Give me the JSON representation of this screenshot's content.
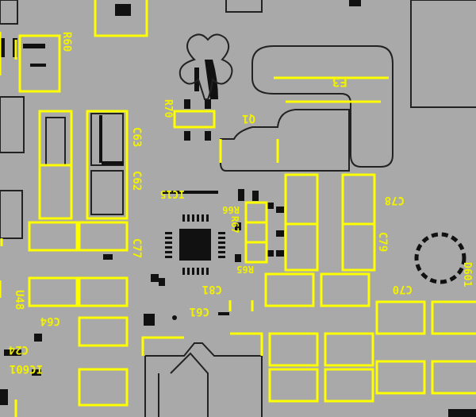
{
  "board": {
    "background_color": "#a9a9a9",
    "copper_color": "#111111",
    "silkscreen_color": "#ffff00",
    "outline_color": "#222222"
  },
  "labels": {
    "f3": "F3",
    "r60": "R60",
    "r70": "R70",
    "q1": "Q1",
    "c63": "C63",
    "c62": "C62",
    "ic15": "IC15",
    "r66": "R66",
    "r67": "R67",
    "c78": "C78",
    "c79": "C79",
    "c77": "C77",
    "r65": "R65",
    "c70": "C70",
    "c64": "C64",
    "c61": "C61",
    "c81": "C81",
    "d601": "D601",
    "c24": "C24",
    "ic601": "IC601",
    "u48": "U48"
  }
}
